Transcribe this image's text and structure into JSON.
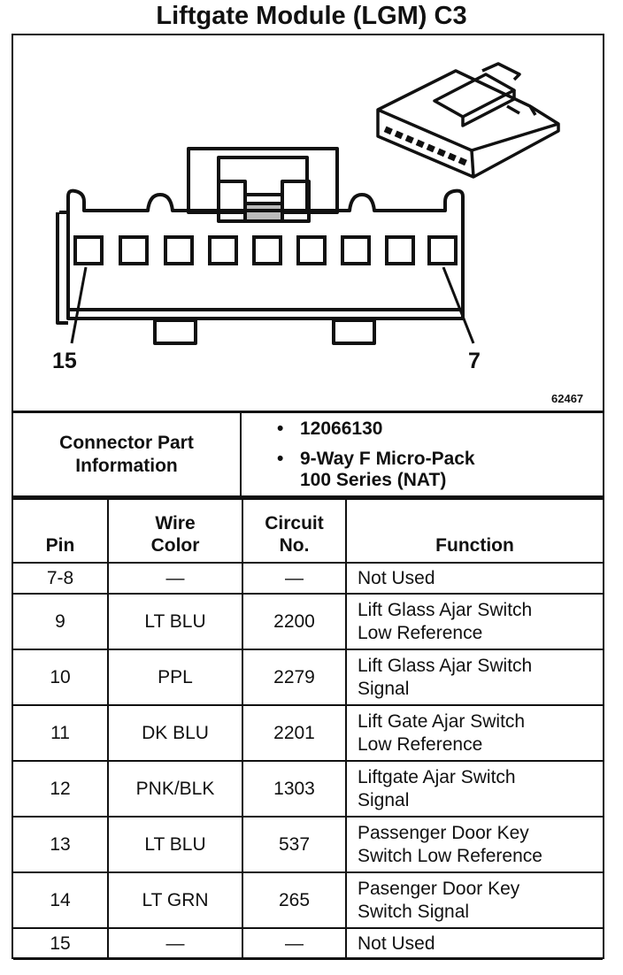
{
  "title": "Liftgate Module (LGM) C3",
  "diagram": {
    "pin_left_label": "15",
    "pin_right_label": "7",
    "figure_number": "62467"
  },
  "connector_info": {
    "label_line1": "Connector Part",
    "label_line2": "Information",
    "part_number": "12066130",
    "description_line1": "9-Way F Micro-Pack",
    "description_line2": "100 Series (NAT)"
  },
  "table": {
    "headers": {
      "pin": "Pin",
      "wire_line1": "Wire",
      "wire_line2": "Color",
      "circuit_line1": "Circuit",
      "circuit_line2": "No.",
      "function": "Function"
    },
    "rows": [
      {
        "pin": "7-8",
        "wire": "—",
        "circuit": "—",
        "func1": "Not Used",
        "func2": ""
      },
      {
        "pin": "9",
        "wire": "LT BLU",
        "circuit": "2200",
        "func1": "Lift Glass Ajar Switch",
        "func2": "Low Reference"
      },
      {
        "pin": "10",
        "wire": "PPL",
        "circuit": "2279",
        "func1": "Lift Glass Ajar Switch",
        "func2": "Signal"
      },
      {
        "pin": "11",
        "wire": "DK BLU",
        "circuit": "2201",
        "func1": "Lift Gate Ajar Switch",
        "func2": "Low Reference"
      },
      {
        "pin": "12",
        "wire": "PNK/BLK",
        "circuit": "1303",
        "func1": "Liftgate Ajar Switch",
        "func2": "Signal"
      },
      {
        "pin": "13",
        "wire": "LT BLU",
        "circuit": "537",
        "func1": "Passenger Door Key",
        "func2": "Switch Low Reference"
      },
      {
        "pin": "14",
        "wire": "LT GRN",
        "circuit": "265",
        "func1": "Pasenger Door Key",
        "func2": "Switch Signal"
      },
      {
        "pin": "15",
        "wire": "—",
        "circuit": "—",
        "func1": "Not Used",
        "func2": ""
      }
    ]
  }
}
